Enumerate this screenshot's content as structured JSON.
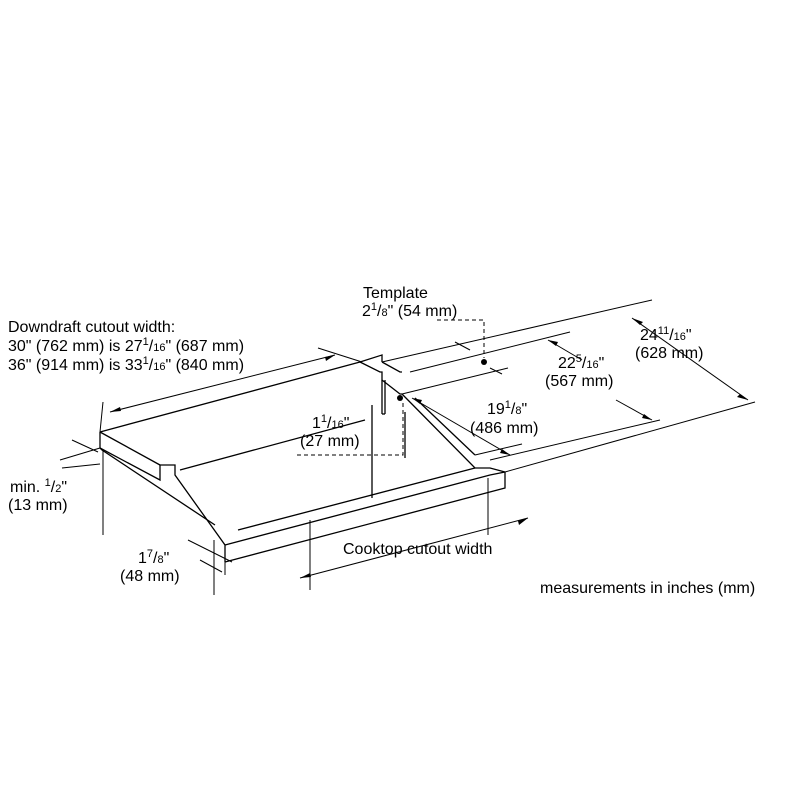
{
  "template": {
    "title": "Template",
    "whole": "2",
    "num": "1",
    "den": "8",
    "rest": "\" (54 mm)"
  },
  "downdraft": {
    "heading": "Downdraft cutout width:",
    "line30_a": "30\" (762 mm) is 27",
    "line30_num": "1",
    "line30_den": "16",
    "line30_b": "\" (687 mm)",
    "line36_a": "36\" (914 mm) is 33",
    "line36_num": "1",
    "line36_den": "16",
    "line36_b": "\" (840 mm)"
  },
  "dim_24": {
    "whole": "24",
    "num": "11",
    "den": "16",
    "inch": "\"",
    "mm": "(628 mm)"
  },
  "dim_22": {
    "whole": "22",
    "num": "5",
    "den": "16",
    "inch": "\"",
    "mm": "(567 mm)"
  },
  "dim_19": {
    "whole": "19",
    "num": "1",
    "den": "8",
    "inch": "\"",
    "mm": "(486 mm)"
  },
  "dim_1_1_16": {
    "whole": "1",
    "num": "1",
    "den": "16",
    "inch": "\"",
    "mm": "(27 mm)"
  },
  "dim_min_half": {
    "prefix": "min. ",
    "num": "1",
    "den": "2",
    "inch": "\"",
    "mm": "(13 mm)"
  },
  "dim_1_7_8": {
    "whole": "1",
    "num": "7",
    "den": "8",
    "inch": "\"",
    "mm": "(48 mm)"
  },
  "cooktop_width": "Cooktop cutout width",
  "footnote": "measurements in inches (mm)"
}
